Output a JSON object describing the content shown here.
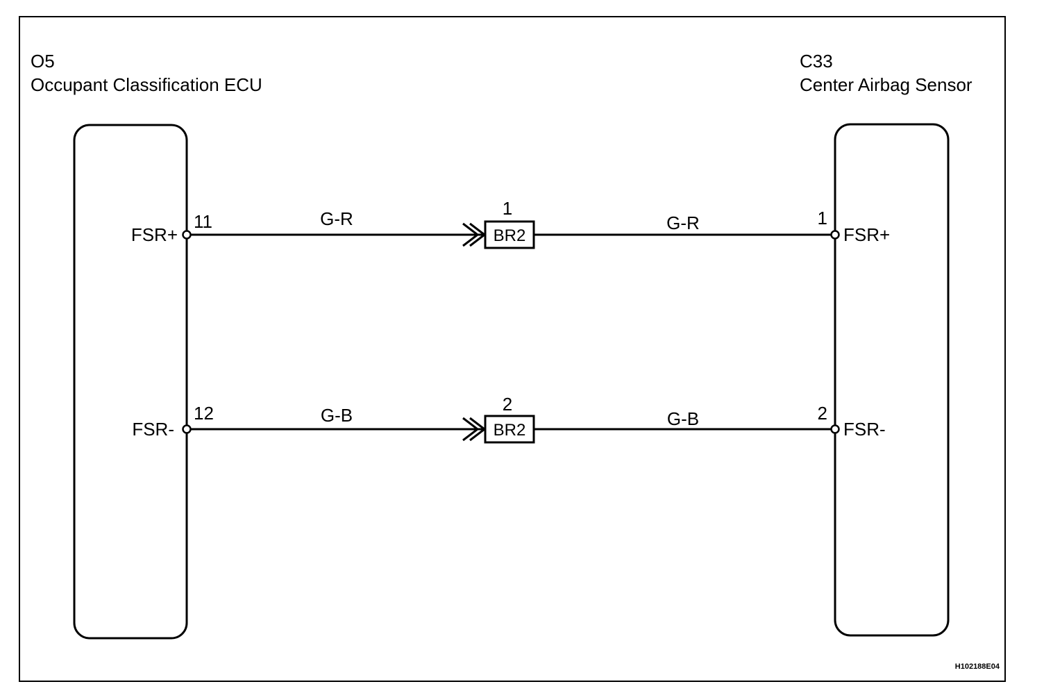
{
  "left_component": {
    "code": "O5",
    "name": "Occupant Classification ECU"
  },
  "right_component": {
    "code": "C33",
    "name": "Center Airbag Sensor"
  },
  "circuits": [
    {
      "signal_left": "FSR+",
      "pin_left": "11",
      "wire_left": "G-R",
      "connector": "BR2",
      "connector_pin": "1",
      "wire_right": "G-R",
      "pin_right": "1",
      "signal_right": "FSR+"
    },
    {
      "signal_left": "FSR-",
      "pin_left": "12",
      "wire_left": "G-B",
      "connector": "BR2",
      "connector_pin": "2",
      "wire_right": "G-B",
      "pin_right": "2",
      "signal_right": "FSR-"
    }
  ],
  "figure_id": "H102188E04"
}
